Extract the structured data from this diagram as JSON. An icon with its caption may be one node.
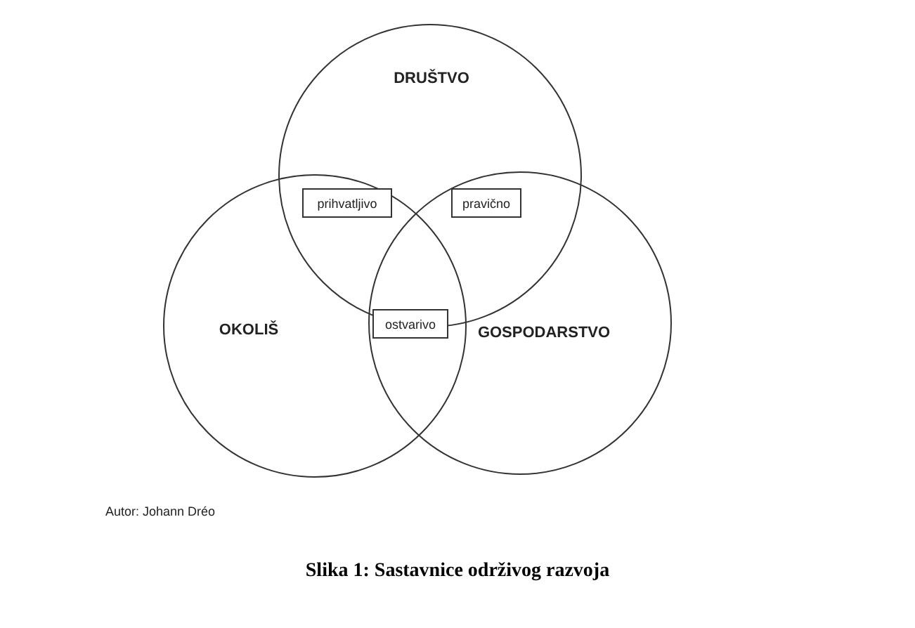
{
  "diagram": {
    "caption": "Slika 1: Sastavnice održivog razvoja",
    "nodes": [
      {
        "text": [
          "DRUŠTVO"
        ]
      },
      {
        "text": [
          "OKOLIŠ"
        ]
      },
      {
        "text": [
          "GOSPODARSTVO"
        ]
      },
      {
        "text": [
          "prihvatljivo"
        ]
      },
      {
        "text": [
          "pravično"
        ]
      },
      {
        "text": [
          "ostvarivo"
        ]
      }
    ],
    "edges": [],
    "labels": [
      "Autor: Johann Dréo"
    ]
  }
}
